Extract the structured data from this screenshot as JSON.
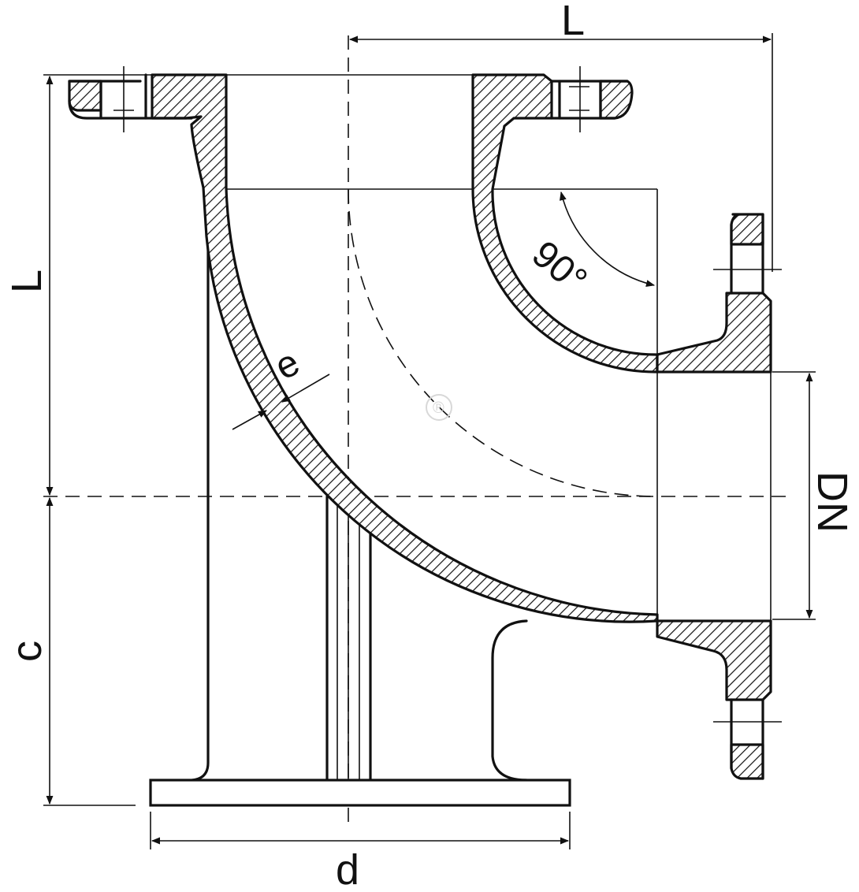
{
  "labels": {
    "top_length": "L",
    "left_length": "L",
    "angle": "90°",
    "wall_thickness": "e",
    "nominal_diameter": "DN",
    "foot_height": "c",
    "foot_plate_diameter": "d"
  },
  "watermark": {
    "symbol": "®"
  },
  "colors": {
    "line": "#111111",
    "background": "#ffffff"
  }
}
